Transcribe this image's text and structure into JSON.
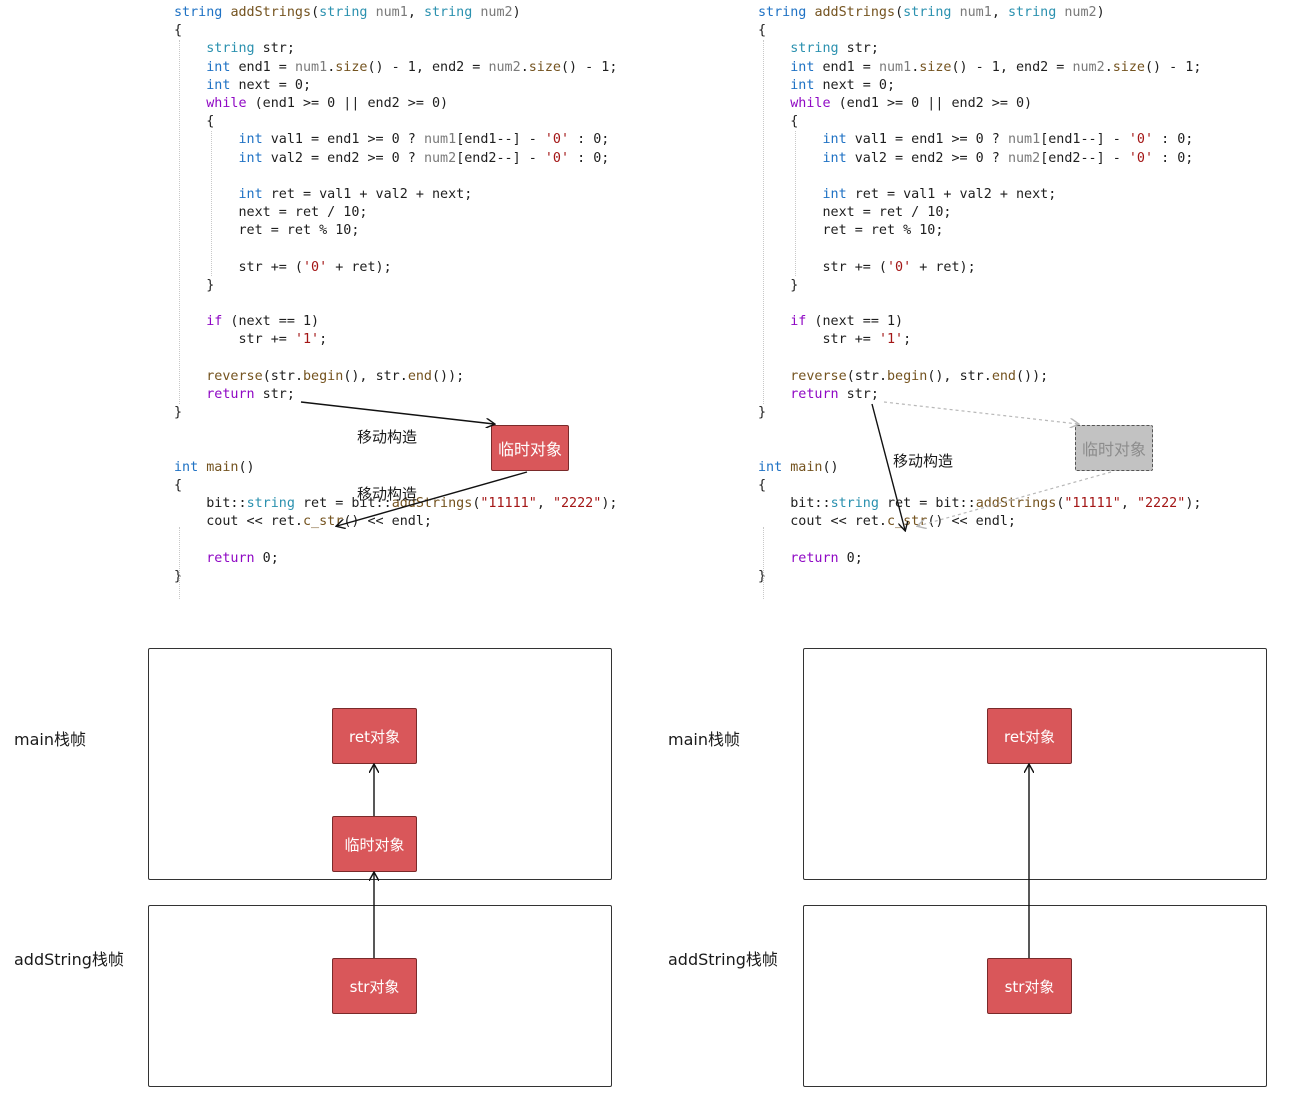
{
  "code": {
    "signature": {
      "ret_type": "string",
      "func": "addStrings",
      "param1_type": "string",
      "param1": "num1",
      "param2_type": "string",
      "param2": "num2"
    },
    "lines": {
      "open_brace": "{",
      "close_brace": "}",
      "l_str_decl_type": "string",
      "l_str_decl_rest": " str;",
      "l_end_int": "int",
      "l_end_rest": " end1 = ",
      "l_end_num1": "num1",
      "l_end_mid": ".",
      "l_end_size1": "size",
      "l_end_mid2": "() - 1, end2 = ",
      "l_end_num2": "num2",
      "l_end_mid3": ".",
      "l_end_size2": "size",
      "l_end_tail": "() - 1;",
      "l_next_int": "int",
      "l_next_rest": " next = 0;",
      "l_while_kw": "while",
      "l_while_rest": " (end1 >= 0 || end2 >= 0)",
      "l_val1_int": "int",
      "l_val1_a": " val1 = end1 >= 0 ? ",
      "l_val1_num": "num1",
      "l_val1_b": "[end1--] - ",
      "l_val1_c": "'0'",
      "l_val1_d": " : 0;",
      "l_val2_int": "int",
      "l_val2_a": " val2 = end2 >= 0 ? ",
      "l_val2_num": "num2",
      "l_val2_b": "[end2--] - ",
      "l_val2_c": "'0'",
      "l_val2_d": " : 0;",
      "l_ret_int": "int",
      "l_ret_rest": " ret = val1 + val2 + next;",
      "l_next_div": "next = ret / 10;",
      "l_ret_mod": "ret = ret % 10;",
      "l_str_add_a": "str += (",
      "l_str_add_b": "'0'",
      "l_str_add_c": " + ret);",
      "l_if_kw": "if",
      "l_if_rest": " (next == 1)",
      "l_str_one_a": "str += ",
      "l_str_one_b": "'1'",
      "l_str_one_c": ";",
      "l_rev_fn": "reverse",
      "l_rev_a": "(",
      "l_rev_b": "str",
      "l_rev_c": ".",
      "l_rev_d": "begin",
      "l_rev_e": "(), ",
      "l_rev_f": "str",
      "l_rev_g": ".",
      "l_rev_h": "end",
      "l_rev_i": "());",
      "l_return_kw": "return",
      "l_return_rest": " str;",
      "l_main_int": "int",
      "l_main_fn": "main",
      "l_main_rest": "()",
      "l_bit_a": "bit::",
      "l_bit_type": "string",
      "l_bit_b": " ret = bit::",
      "l_bit_fn": "addStrings",
      "l_bit_c": "(",
      "l_bit_s1": "\"11111\"",
      "l_bit_d": ", ",
      "l_bit_s2": "\"2222\"",
      "l_bit_e": ");",
      "l_cout_a": "cout << ret.",
      "l_cout_fn": "c_str",
      "l_cout_b": "() << endl;",
      "l_ret0_kw": "return",
      "l_ret0_rest": " 0;"
    }
  },
  "left_panel": {
    "temp_object_label": "临时对象",
    "move_label_1": "移动构造",
    "move_label_2": "移动构造"
  },
  "right_panel": {
    "temp_object_label": "临时对象",
    "move_label": "移动构造"
  },
  "stack_left": {
    "main_frame_label": "main栈帧",
    "add_frame_label": "addString栈帧",
    "ret_obj": "ret对象",
    "temp_obj": "临时对象",
    "str_obj": "str对象"
  },
  "stack_right": {
    "main_frame_label": "main栈帧",
    "add_frame_label": "addString栈帧",
    "ret_obj": "ret对象",
    "str_obj": "str对象"
  },
  "colors": {
    "object_fill": "#d9575a",
    "keyword": "#1f72c4",
    "control_keyword": "#8f08c4",
    "string_literal": "#a31515"
  }
}
